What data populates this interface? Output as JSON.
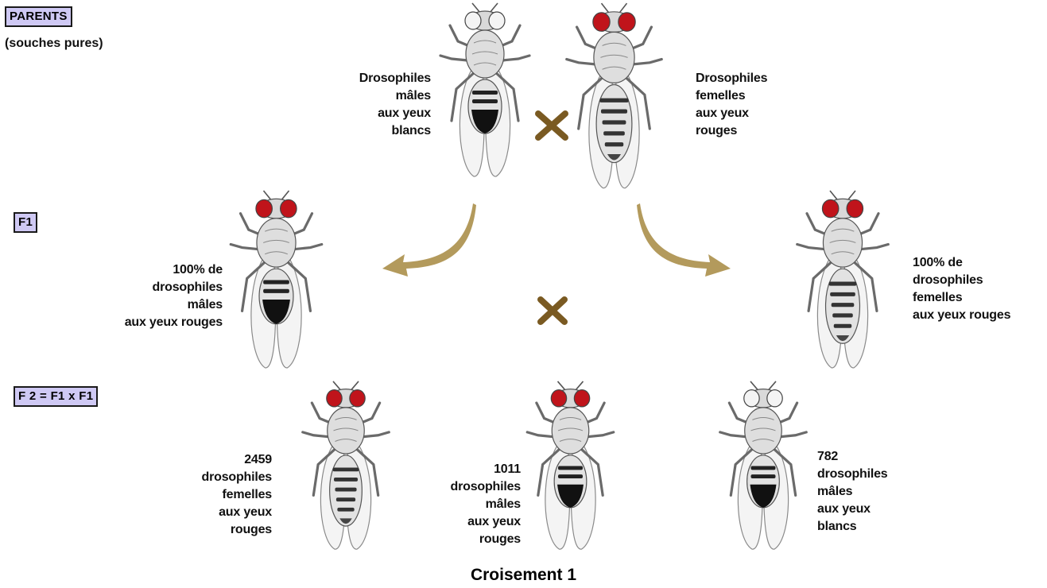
{
  "generations": {
    "parents": {
      "label": "PARENTS",
      "sublabel": "(souches pures)"
    },
    "f1": {
      "label": "F1"
    },
    "f2": {
      "label": "F 2 = F1 x F1"
    }
  },
  "parents": {
    "male": {
      "lines": [
        "Drosophiles",
        "mâles",
        "aux yeux",
        "blancs"
      ],
      "eye_color": "white"
    },
    "female": {
      "lines": [
        "Drosophiles",
        "femelles",
        "aux yeux",
        "rouges"
      ],
      "eye_color": "red"
    }
  },
  "f1": {
    "male": {
      "lines": [
        "100% de",
        "drosophiles",
        "mâles",
        "aux yeux rouges"
      ],
      "eye_color": "red"
    },
    "female": {
      "lines": [
        "100% de",
        "drosophiles",
        "femelles",
        "aux yeux rouges"
      ],
      "eye_color": "red"
    }
  },
  "f2": {
    "groups": [
      {
        "count": "2459",
        "lines": [
          "drosophiles",
          "femelles",
          "aux yeux",
          "rouges"
        ],
        "eye_color": "red"
      },
      {
        "count": "1011",
        "lines": [
          "drosophiles",
          "mâles",
          "aux yeux",
          "rouges"
        ],
        "eye_color": "red"
      },
      {
        "count": "782",
        "lines": [
          "drosophiles",
          "mâles",
          "aux yeux",
          "blancs"
        ],
        "eye_color": "white"
      }
    ]
  },
  "caption": "Croisement 1",
  "colors": {
    "red_eye": "#c0141b",
    "white_eye": "#f4f4f4",
    "arrow": "#b39a5c",
    "cross": "#7a5a22",
    "box_fill": "#cfc9f4"
  }
}
